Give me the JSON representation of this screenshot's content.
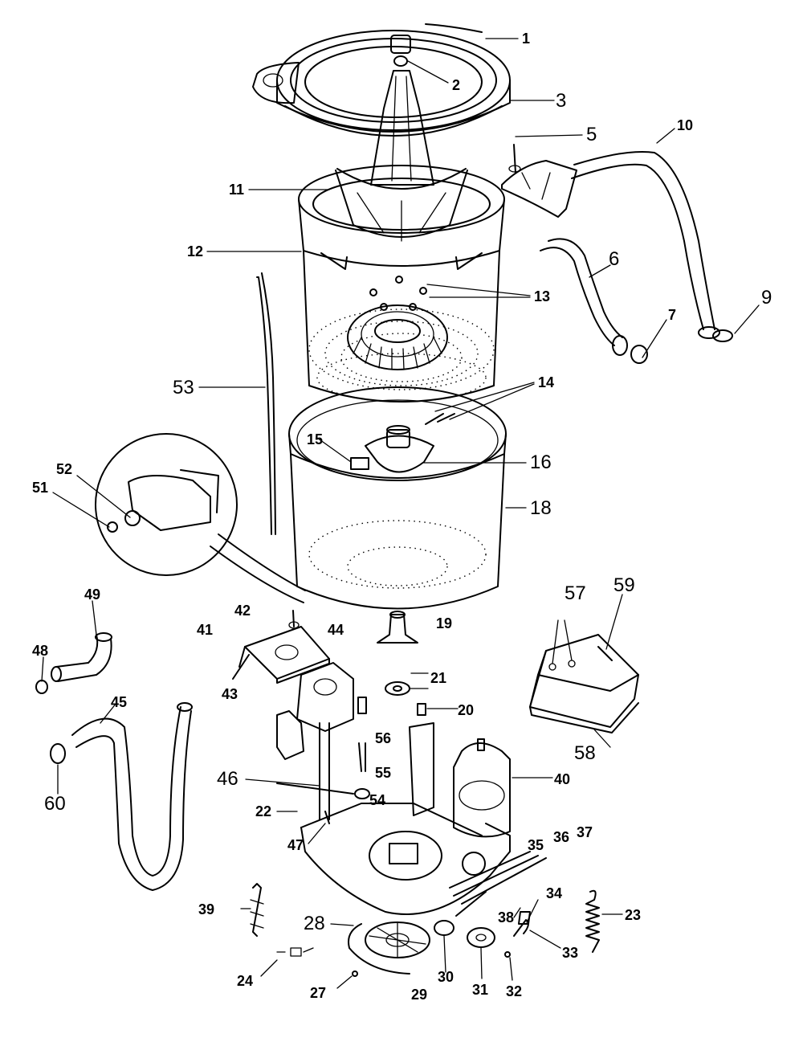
{
  "labels": {
    "l1": "1",
    "l2": "2",
    "l3": "3",
    "l5": "5",
    "l6": "6",
    "l7": "7",
    "l9": "9",
    "l10": "10",
    "l11": "11",
    "l12": "12",
    "l13": "13",
    "l14": "14",
    "l15": "15",
    "l16": "16",
    "l18": "18",
    "l19": "19",
    "l20": "20",
    "l21": "21",
    "l22": "22",
    "l23": "23",
    "l24": "24",
    "l27": "27",
    "l28": "28",
    "l29": "29",
    "l30": "30",
    "l31": "31",
    "l32": "32",
    "l33": "33",
    "l34": "34",
    "l35": "35",
    "l36": "36",
    "l37": "37",
    "l38": "38",
    "l39": "39",
    "l40": "40",
    "l41": "41",
    "l42": "42",
    "l43": "43",
    "l44": "44",
    "l45": "45",
    "l46": "46",
    "l47": "47",
    "l48": "48",
    "l49": "49",
    "l51": "51",
    "l52": "52",
    "l53": "53",
    "l54": "54",
    "l55": "55",
    "l56": "56",
    "l57": "57",
    "l58": "58",
    "l59": "59",
    "l60": "60"
  }
}
